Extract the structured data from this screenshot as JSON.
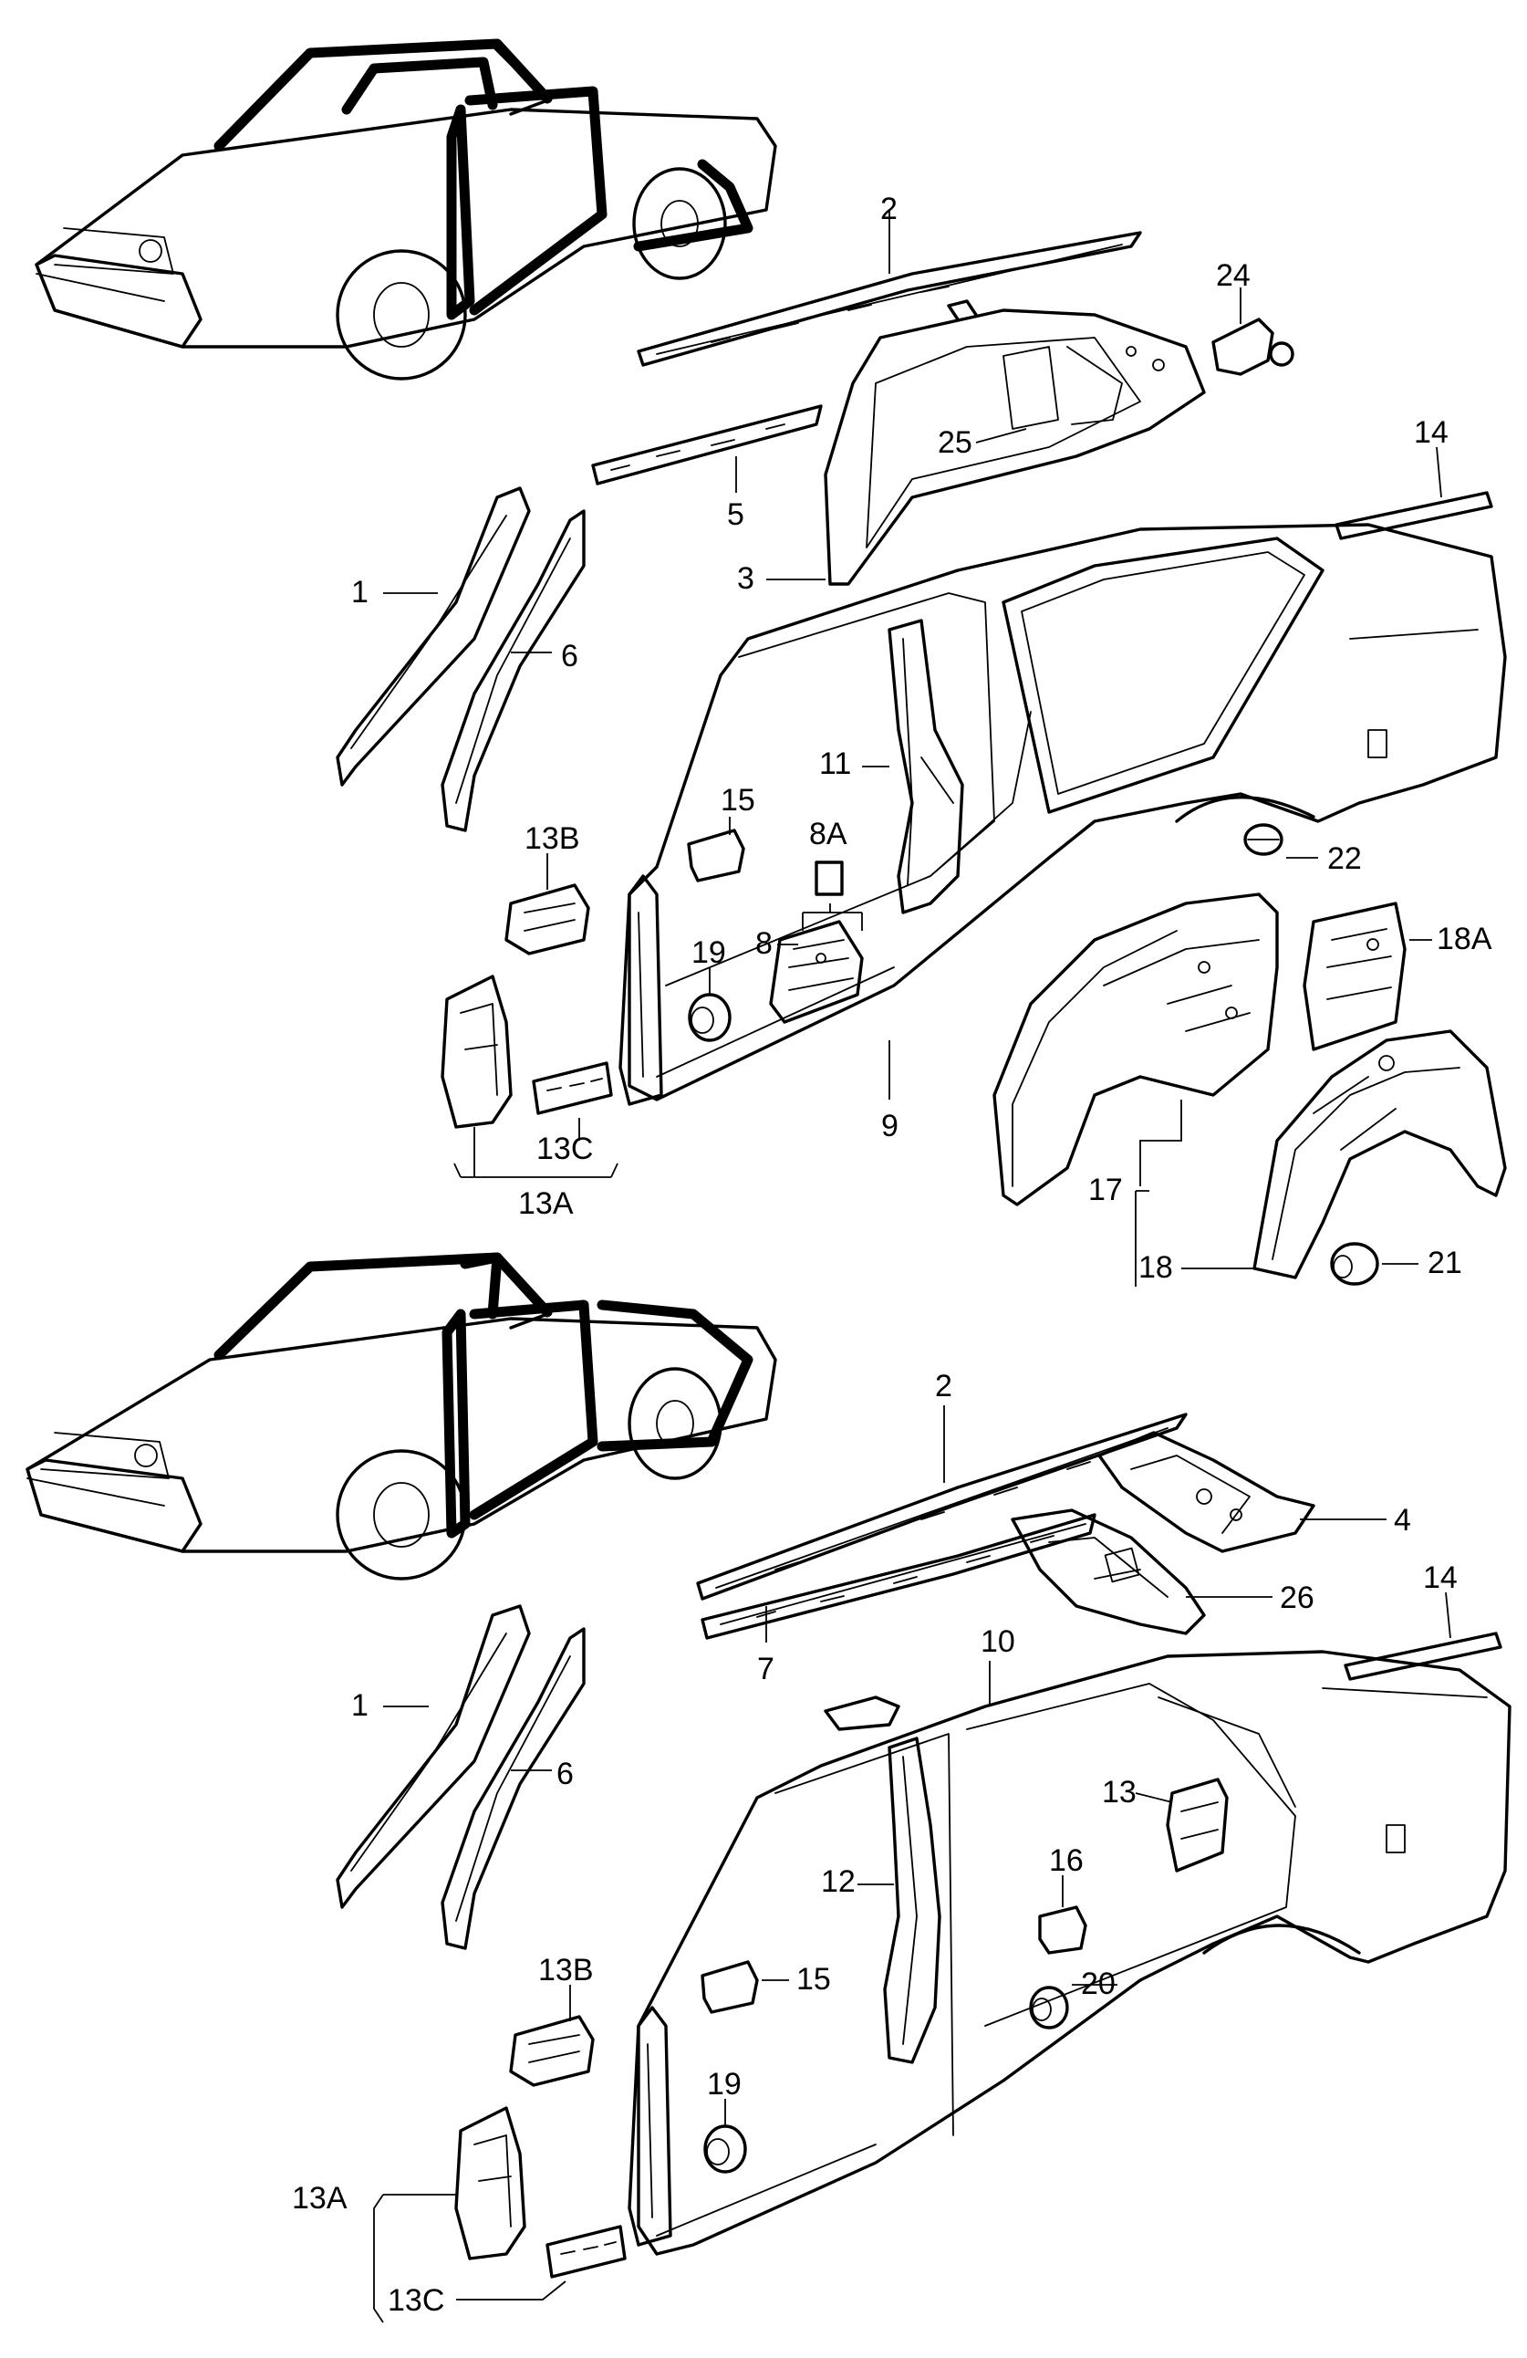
{
  "labels": {
    "top": {
      "p1": "1",
      "p2": "2",
      "p3": "3",
      "p5": "5",
      "p6": "6",
      "p8": "8",
      "p8a": "8A",
      "p9": "9",
      "p11": "11",
      "p13a": "13A",
      "p13b": "13B",
      "p13c": "13C",
      "p14": "14",
      "p15": "15",
      "p17": "17",
      "p18": "18",
      "p18a": "18A",
      "p19": "19",
      "p21": "21",
      "p22": "22",
      "p24": "24",
      "p25": "25"
    },
    "bottom": {
      "p1": "1",
      "p2": "2",
      "p4": "4",
      "p6": "6",
      "p7": "7",
      "p10": "10",
      "p12": "12",
      "p13": "13",
      "p13a": "13A",
      "p13b": "13B",
      "p13c": "13C",
      "p14": "14",
      "p15": "15",
      "p16": "16",
      "p19": "19",
      "p20": "20",
      "p26": "26"
    }
  },
  "colors": {
    "line": "#000000",
    "background": "#ffffff"
  }
}
